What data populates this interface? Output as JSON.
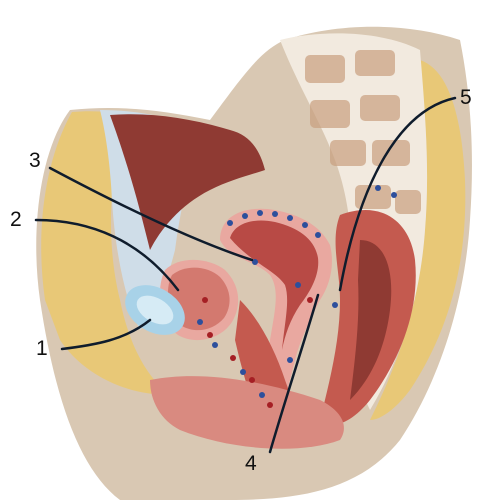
{
  "labels": {
    "n1": "1",
    "n2": "2",
    "n3": "3",
    "n4": "4",
    "n5": "5"
  },
  "colors": {
    "background": "#ffffff",
    "skin": "#d9c8b3",
    "fat": "#e8c877",
    "bone": "#f2eadf",
    "muscle_dark": "#8f3a33",
    "muscle_light": "#c45a4f",
    "organ_pink": "#e9a8a0",
    "bladder_blue": "#a8d2e8",
    "vessel_blue": "#2d4f9c",
    "vessel_red": "#a51f24",
    "leader_line": "#0f1c2c"
  }
}
